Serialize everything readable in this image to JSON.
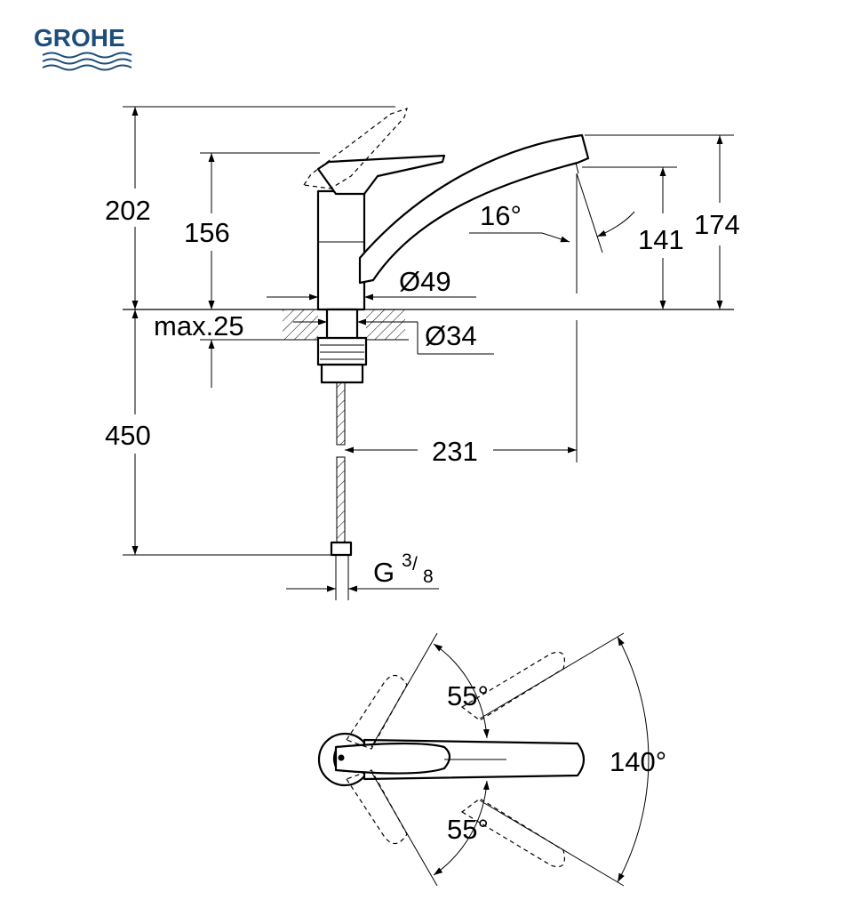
{
  "brand": {
    "name": "GROHE",
    "color": "#1e4d7b"
  },
  "side_view": {
    "height_total": "202",
    "height_body": "156",
    "max_thickness": "max.25",
    "hose_length": "450",
    "spout_angle": "16°",
    "outlet_height": "141",
    "spout_top_height": "174",
    "body_diameter": "Ø49",
    "hole_diameter": "Ø34",
    "projection": "231",
    "thread": "G",
    "thread_num": "3",
    "thread_den": "8"
  },
  "top_view": {
    "swing_upper": "55°",
    "swing_lower": "55°",
    "swing_total": "140°"
  }
}
